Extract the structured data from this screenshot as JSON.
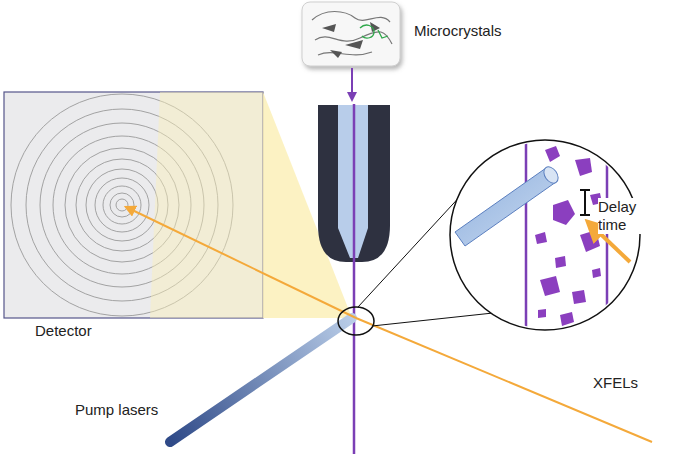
{
  "diagram": {
    "nodes": [
      {
        "text": [
          "Microcrystals"
        ]
      },
      {
        "text": [
          "Detector"
        ]
      }
    ],
    "labels": [
      "Delay time",
      "Pump lasers",
      "XFELs"
    ]
  }
}
